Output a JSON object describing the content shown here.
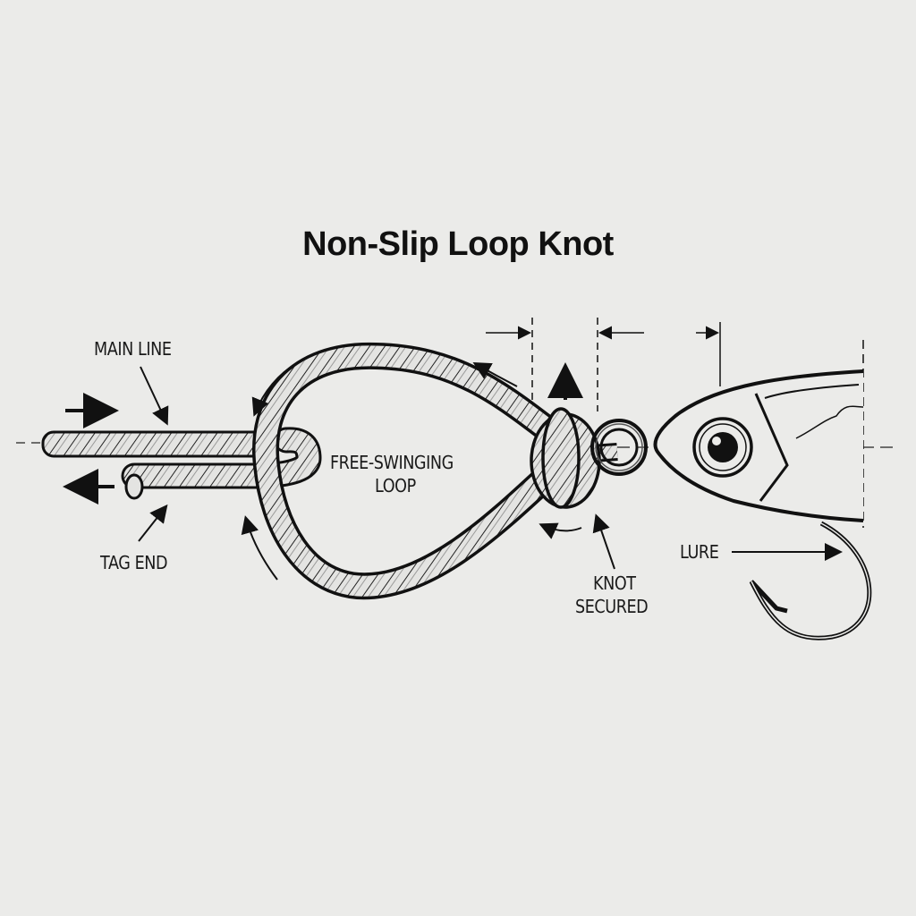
{
  "title": "Non-Slip Loop Knot",
  "labels": {
    "main_line": "MAIN LINE",
    "tag_end": "TAG END",
    "free_loop_line1": "FREE-SWINGING",
    "free_loop_line2": "LOOP",
    "knot_line1": "KNOT",
    "knot_line2": "SECURED",
    "lure": "LURE"
  },
  "colors": {
    "background": "#ebebe9",
    "ink": "#111111",
    "rope_fill": "#e4e4e2"
  }
}
